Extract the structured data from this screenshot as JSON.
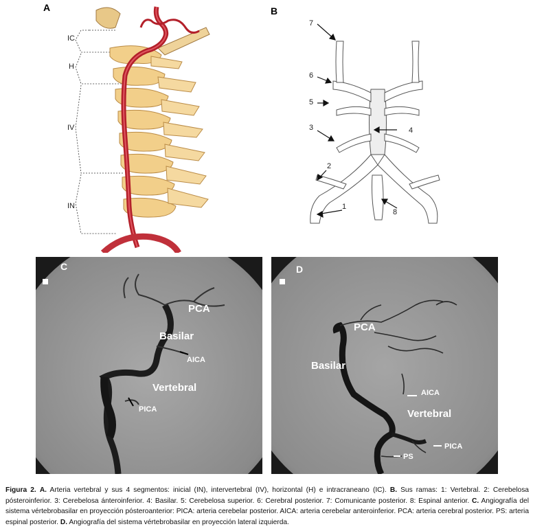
{
  "panels": {
    "a": {
      "letter": "A",
      "segments": [
        "IC",
        "H",
        "IV",
        "IN"
      ]
    },
    "b": {
      "letter": "B",
      "numbers": [
        "1",
        "2",
        "3",
        "4",
        "5",
        "6",
        "7",
        "8"
      ]
    },
    "c": {
      "letter": "C",
      "labels": {
        "pca": "PCA",
        "basilar": "Basilar",
        "aica": "AICA",
        "vertebral": "Vertebral",
        "pica": "PICA"
      }
    },
    "d": {
      "letter": "D",
      "labels": {
        "pca": "PCA",
        "basilar": "Basilar",
        "aica": "AICA",
        "vertebral": "Vertebral",
        "pica": "PICA",
        "ps": "PS"
      }
    }
  },
  "caption": {
    "figure_label": "Figura 2.",
    "a_label": "A.",
    "a_text": "Arteria vertebral y sus 4 segmentos: inicial (IN), intervertebral (IV), horizontal (H) e intracraneano (IC).",
    "b_label": "B.",
    "b_text": "Sus ramas: 1: Vertebral. 2: Cerebelosa pósteroinferior. 3: Cerebelosa ánteroinferior. 4: Basilar. 5: Cerebelosa superior. 6: Cerebral posterior. 7: Comunicante posterior. 8: Espinal anterior.",
    "c_label": "C.",
    "c_text": "Angiografía del sistema vértebrobasilar en proyección pósteroanterior: PICA: arteria cerebelar posterior. AICA: arteria cerebelar anteroinferior. PCA: arteria cerebral posterior. PS: arteria espinal posterior.",
    "d_label": "D.",
    "d_text": "Angiografía del sistema vértebrobasilar en proyección lateral izquierda."
  }
}
